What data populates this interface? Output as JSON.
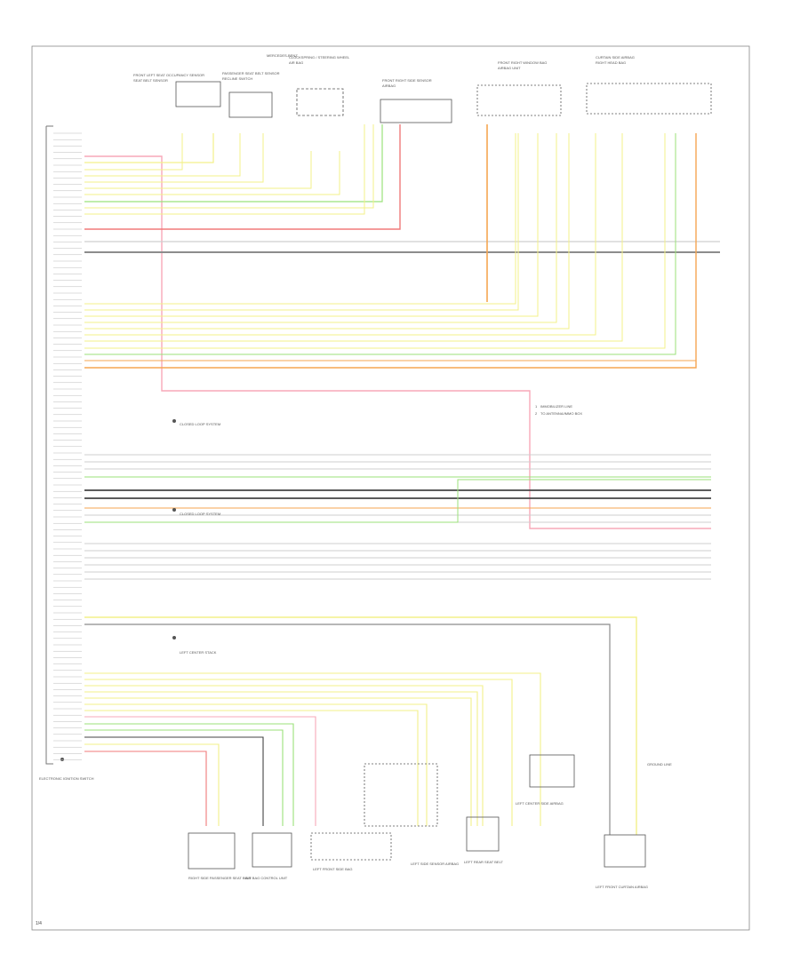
{
  "diagram": {
    "page_code": "1/4",
    "top_left_note": "MERCEDES-BENZ",
    "legend": [
      {
        "id": "1",
        "text": "IMMOBILIZER LINE"
      },
      {
        "id": "2",
        "text": "TO ANTENNA/IMMO BOX"
      }
    ],
    "ground_label": "GROUND\nLINE",
    "left_harness_name": "ELECTRONIC IGNITION\nSWITCH",
    "connector_notes": [
      "CLOSED LOOP SYSTEM",
      "CLOSED LOOP SYSTEM",
      "LEFT CENTER STACK"
    ],
    "top_components": [
      {
        "name": "FRONT LEFT SEAT OCCUPANCY SENSOR",
        "sub": "SEAT BELT SENSOR"
      },
      {
        "name": "PASSENGER SEAT BELT SENSOR",
        "sub": "RECLINE SWITCH"
      },
      {
        "name": "CLOCKSPRING / STEERING WHEEL",
        "sub": "AIR BAG"
      },
      {
        "name": "FRONT RIGHT SIDE SENSOR",
        "sub": "AIRBAG"
      },
      {
        "name": "FRONT RIGHT WINDOW BAG",
        "sub": "AIRBAG UNIT"
      },
      {
        "name": "CURTAIN SIDE AIRBAG",
        "sub": "RIGHT HEAD BAG"
      }
    ],
    "bottom_components": [
      {
        "name": "RIGHT SIDE PASSENGER SEAT BELT"
      },
      {
        "name": "AIR BAG CONTROL UNIT"
      },
      {
        "name": "LEFT FRONT SIDE BAG"
      },
      {
        "name": "LEFT SIDE SENSOR AIRBAG"
      },
      {
        "name": "LEFT REAR SEAT BELT"
      },
      {
        "name": "LEFT CENTER SIDE AIRBAG"
      },
      {
        "name": "LEFT FRONT CURTAIN AIRBAG"
      }
    ]
  },
  "colors": {
    "yellow": "#f3f08a",
    "red": "#f07a7a",
    "pink": "#f7a8b8",
    "green": "#9be27a",
    "orange": "#f5a652",
    "gray": "#8c8c8c",
    "dark": "#444444",
    "light": "#cfcfcf"
  }
}
